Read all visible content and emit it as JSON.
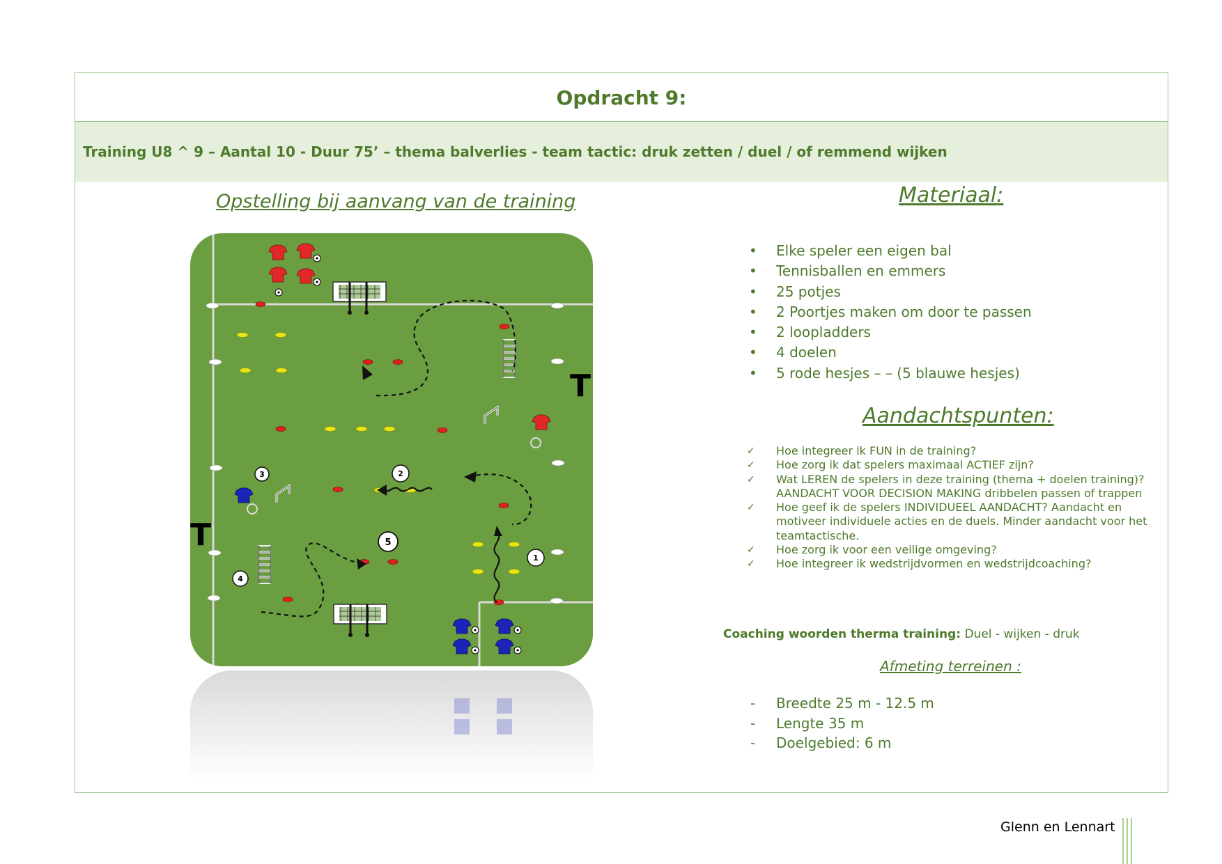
{
  "title": "Opdracht 9:",
  "subtitle": "Training U8 ^ 9 – Aantal 10 - Duur 75’ –  thema balverlies  -  team tactic:  druk zetten / duel / of remmend wijken",
  "setup_heading": "Opstelling bij aanvang van de training",
  "field": {
    "colors": {
      "grass": "#6a9e40",
      "red_player": "#e0282a",
      "blue_player": "#1d23b8",
      "cone_yellow": "#e6e614",
      "cone_red": "#e02020"
    },
    "markers": [
      "1",
      "2",
      "3",
      "4",
      "5"
    ],
    "coach_marks": [
      "T",
      "T"
    ],
    "icons": [
      "red-shirt-icon",
      "blue-shirt-icon",
      "goal-icon",
      "agility-ladder-icon",
      "cone-icon",
      "gate-icon",
      "hoop-icon",
      "ball-icon"
    ]
  },
  "materiaal": {
    "heading": "Materiaal:",
    "items": [
      "Elke speler een eigen bal",
      "Tennisballen en emmers",
      "25 potjes",
      "2 Poortjes maken om door te passen",
      "2 loopladders",
      "4 doelen",
      "5 rode hesjes –  – (5 blauwe hesjes)"
    ]
  },
  "aandachtspunten": {
    "heading": "Aandachtspunten:",
    "items": [
      "Hoe integreer ik FUN in de training?",
      "Hoe zorg ik dat spelers maximaal ACTIEF zijn?",
      "Wat LEREN de spelers in deze training (thema + doelen training)?",
      "Hoe geef ik de spelers INDIVIDUEEL AANDACHT? Aandacht en motiveer individuele acties en de duels. Minder aandacht voor het teamtactische.",
      "Hoe zorg ik voor een veilige omgeving?",
      "Hoe integreer ik wedstrijdvormen en wedstrijdcoaching?"
    ],
    "note": "AANDACHT VOOR DECISION MAKING dribbelen passen of trappen"
  },
  "coaching": {
    "label": "Coaching woorden therma training:",
    "words": " Duel  - wijken - druk"
  },
  "afmeting": {
    "heading": "Afmeting terreinen :",
    "items": [
      "Breedte 25 m  - 12.5 m",
      "Lengte 35 m",
      "Doelgebied: 6 m"
    ]
  },
  "footer": {
    "author": "Glenn en Lennart"
  }
}
